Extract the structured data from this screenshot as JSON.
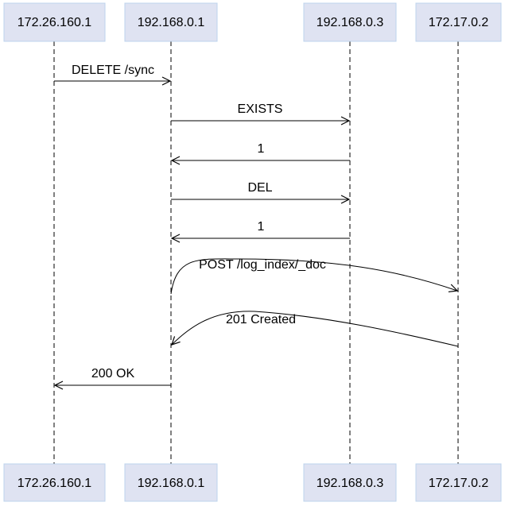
{
  "participants": [
    {
      "id": "p1",
      "name": "172.26.160.1"
    },
    {
      "id": "p2",
      "name": "192.168.0.1"
    },
    {
      "id": "p3",
      "name": "192.168.0.3"
    },
    {
      "id": "p4",
      "name": "172.17.0.2"
    }
  ],
  "messages": [
    {
      "from": "172.26.160.1",
      "to": "192.168.0.1",
      "label": "DELETE /sync"
    },
    {
      "from": "192.168.0.1",
      "to": "192.168.0.3",
      "label": "EXISTS"
    },
    {
      "from": "192.168.0.3",
      "to": "192.168.0.1",
      "label": "1"
    },
    {
      "from": "192.168.0.1",
      "to": "192.168.0.3",
      "label": "DEL"
    },
    {
      "from": "192.168.0.3",
      "to": "192.168.0.1",
      "label": "1"
    },
    {
      "from": "192.168.0.1",
      "to": "172.17.0.2",
      "label": "POST /log_index/_doc"
    },
    {
      "from": "172.17.0.2",
      "to": "192.168.0.1",
      "label": "201 Created"
    },
    {
      "from": "192.168.0.1",
      "to": "172.26.160.1",
      "label": "200 OK"
    }
  ]
}
